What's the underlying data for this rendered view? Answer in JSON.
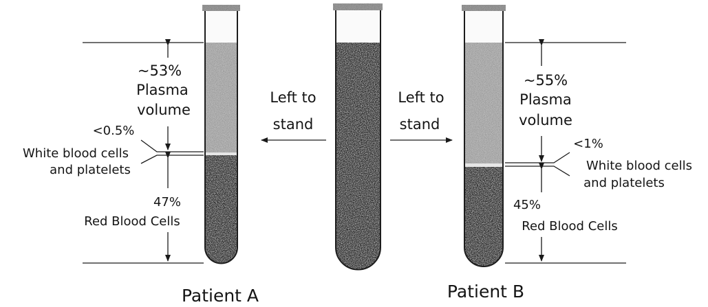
{
  "center": {
    "arrow_left_label": [
      "Left to",
      "stand"
    ],
    "arrow_right_label": [
      "Left to",
      "stand"
    ]
  },
  "patient_a": {
    "name": "Patient A",
    "plasma": {
      "percent": "~53%",
      "label": [
        "Plasma",
        "volume"
      ]
    },
    "buffy": {
      "percent": "<0.5%",
      "label": [
        "White blood cells",
        "and platelets"
      ]
    },
    "rbc": {
      "percent": "47%",
      "label": "Red Blood Cells"
    }
  },
  "patient_b": {
    "name": "Patient B",
    "plasma": {
      "percent": "~55%",
      "label": [
        "Plasma",
        "volume"
      ]
    },
    "buffy": {
      "percent": "<1%",
      "label": [
        "White blood cells",
        "and platelets"
      ]
    },
    "rbc": {
      "percent": "45%",
      "label": "Red Blood Cells"
    }
  },
  "colors": {
    "line": "#1a1a1a",
    "plasma_fill": "#b7b7b7",
    "rbc_fill": "#2e2e2e",
    "headspace_fill": "#fafafa"
  }
}
